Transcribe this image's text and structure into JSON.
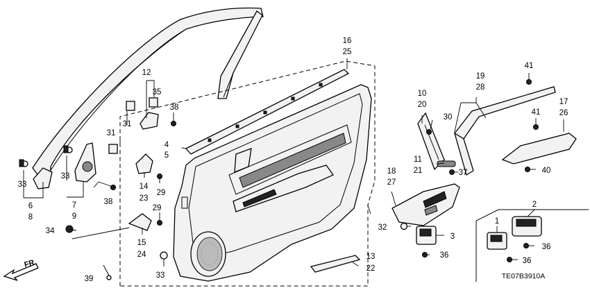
{
  "diagram_code": "TE07B3910A",
  "front_marker": "FR.",
  "callouts": [
    {
      "id": "c1",
      "text": "1"
    },
    {
      "id": "c2",
      "text": "2"
    },
    {
      "id": "c3",
      "text": "3"
    },
    {
      "id": "c4",
      "text": "4"
    },
    {
      "id": "c5",
      "text": "5"
    },
    {
      "id": "c6",
      "text": "6"
    },
    {
      "id": "c7",
      "text": "7"
    },
    {
      "id": "c8",
      "text": "8"
    },
    {
      "id": "c9",
      "text": "9"
    },
    {
      "id": "c10",
      "text": "10"
    },
    {
      "id": "c11",
      "text": "11"
    },
    {
      "id": "c12",
      "text": "12"
    },
    {
      "id": "c13",
      "text": "13"
    },
    {
      "id": "c14",
      "text": "14"
    },
    {
      "id": "c15",
      "text": "15"
    },
    {
      "id": "c16",
      "text": "16"
    },
    {
      "id": "c17",
      "text": "17"
    },
    {
      "id": "c18",
      "text": "18"
    },
    {
      "id": "c19",
      "text": "19"
    },
    {
      "id": "c20",
      "text": "20"
    },
    {
      "id": "c21",
      "text": "21"
    },
    {
      "id": "c22",
      "text": "22"
    },
    {
      "id": "c23",
      "text": "23"
    },
    {
      "id": "c24",
      "text": "24"
    },
    {
      "id": "c25",
      "text": "25"
    },
    {
      "id": "c26",
      "text": "26"
    },
    {
      "id": "c27",
      "text": "27"
    },
    {
      "id": "c28",
      "text": "28"
    },
    {
      "id": "c29a",
      "text": "29"
    },
    {
      "id": "c29b",
      "text": "29"
    },
    {
      "id": "c30",
      "text": "30"
    },
    {
      "id": "c31a",
      "text": "31"
    },
    {
      "id": "c31b",
      "text": "31"
    },
    {
      "id": "c32",
      "text": "32"
    },
    {
      "id": "c33a",
      "text": "33"
    },
    {
      "id": "c33b",
      "text": "33"
    },
    {
      "id": "c33c",
      "text": "33"
    },
    {
      "id": "c34",
      "text": "34"
    },
    {
      "id": "c35",
      "text": "35"
    },
    {
      "id": "c36a",
      "text": "36"
    },
    {
      "id": "c36b",
      "text": "36"
    },
    {
      "id": "c36c",
      "text": "36"
    },
    {
      "id": "c37",
      "text": "37"
    },
    {
      "id": "c38a",
      "text": "38"
    },
    {
      "id": "c38b",
      "text": "38"
    },
    {
      "id": "c39",
      "text": "39"
    },
    {
      "id": "c40",
      "text": "40"
    },
    {
      "id": "c41a",
      "text": "41"
    },
    {
      "id": "c41b",
      "text": "41"
    }
  ]
}
